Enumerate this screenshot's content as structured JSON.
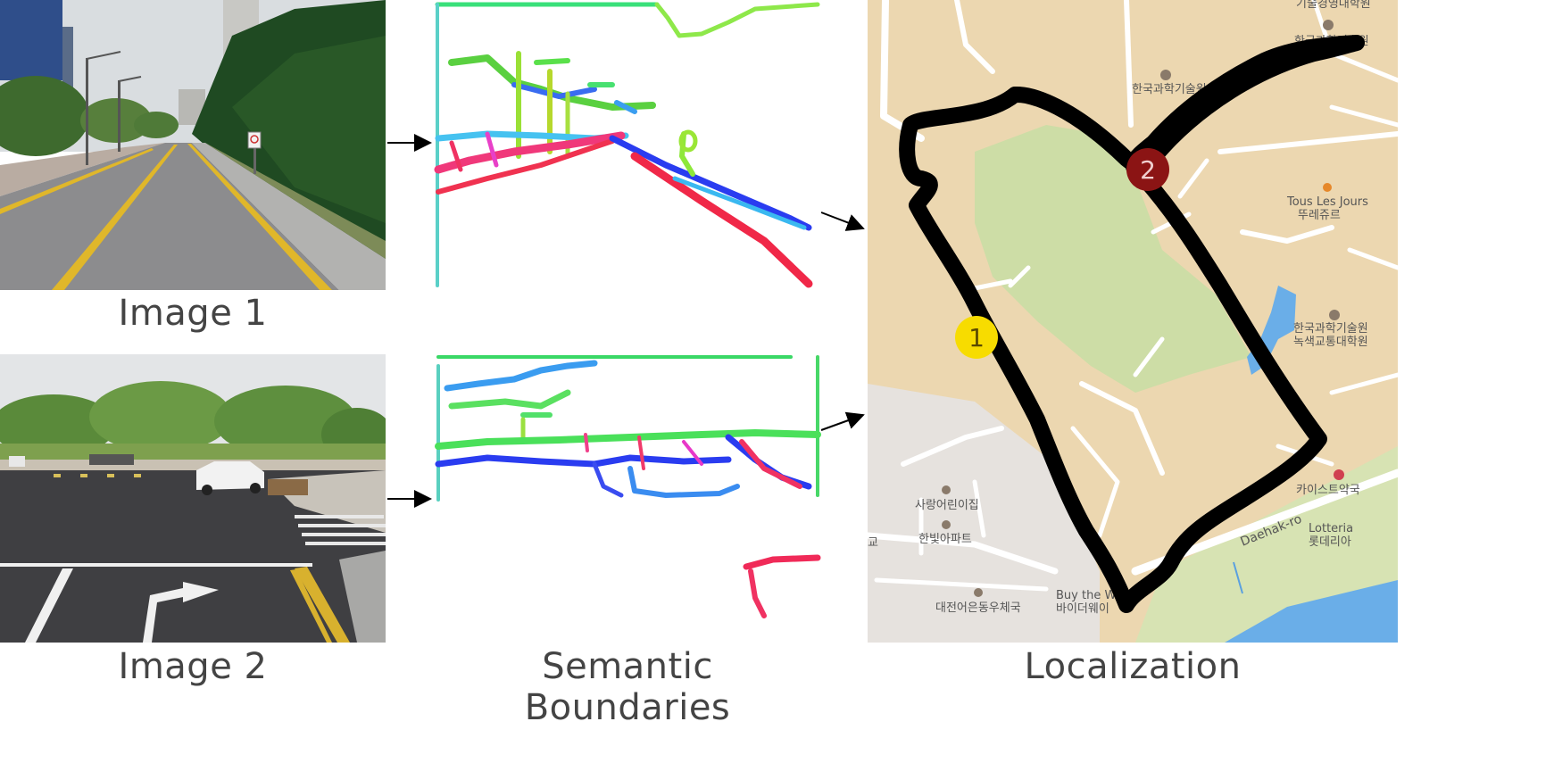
{
  "captions": {
    "image1": "Image 1",
    "image2": "Image 2",
    "semantic": "Semantic Boundaries",
    "localization": "Localization"
  },
  "markers": {
    "first": {
      "label": "1",
      "color": "#f7dc00"
    },
    "second": {
      "label": "2",
      "color": "#8b1414"
    }
  },
  "map_labels": {
    "top_right": "기술경영대학원",
    "kaist_top": "한국과학기술원",
    "kaist_mid": "한국과학기술원",
    "tous_en": "Tous Les Jours",
    "tous_ko": "뚜레쥬르",
    "green_line1": "한국과학기술원",
    "green_line2": "녹색교통대학원",
    "pharmacy": "카이스트약국",
    "daehak": "Daehak-ro",
    "lotteria_en": "Lotteria",
    "lotteria_ko": "롯데리아",
    "daycare": "사랑어린이집",
    "apartment": "한빛아파트",
    "post": "대전어은동우체국",
    "buy_en": "Buy the W",
    "buy_ko": "바이더웨이",
    "edge_left": "교"
  },
  "colors": {
    "map_land": "#ecd7b0",
    "map_park": "#cddda6",
    "map_urban": "#e6e2de",
    "map_water": "#6aaee8",
    "route": "#000000",
    "road_yellow": "#e0b72a"
  }
}
